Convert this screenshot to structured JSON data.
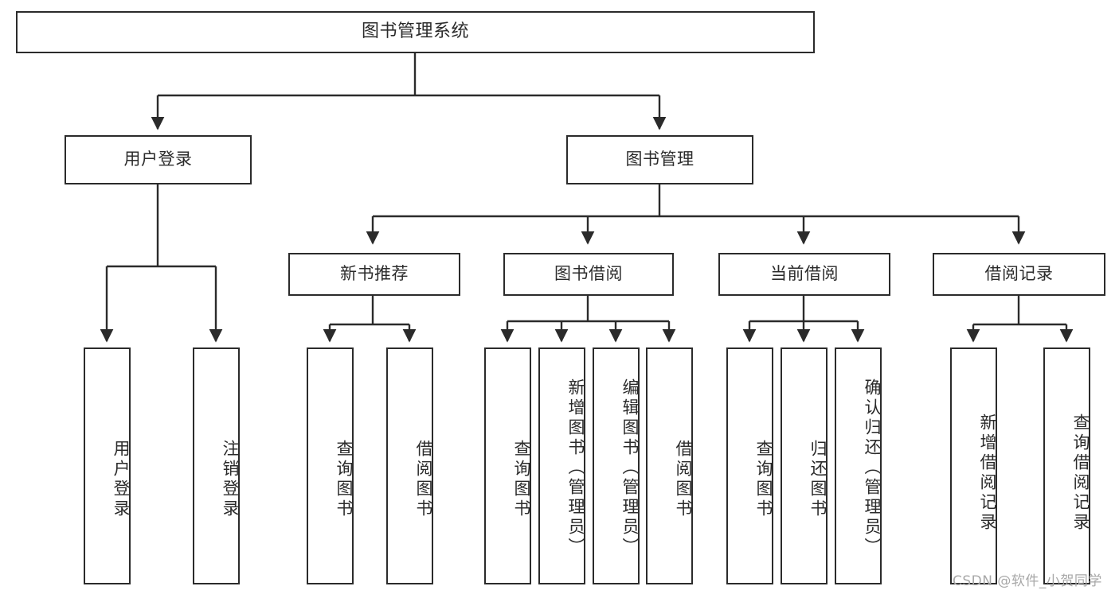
{
  "diagram": {
    "title": "图书管理系统",
    "type": "tree-hierarchy",
    "watermark": "CSDN @软件_小贺同学",
    "colors": {
      "background": "#ffffff",
      "border": "#2b2b2b",
      "text": "#2b2b2b",
      "edge": "#2b2b2b",
      "watermark": "#a8a8a8"
    },
    "nodes": {
      "root": {
        "label": "图书管理系统"
      },
      "level1": [
        {
          "label": "用户登录"
        },
        {
          "label": "图书管理"
        }
      ],
      "level2": [
        {
          "label": "新书推荐"
        },
        {
          "label": "图书借阅"
        },
        {
          "label": "当前借阅"
        },
        {
          "label": "借阅记录"
        }
      ],
      "leaves": {
        "user_login": [
          {
            "label": "用户登录"
          },
          {
            "label": "注销登录"
          }
        ],
        "new_book": [
          {
            "label": "查询图书"
          },
          {
            "label": "借阅图书"
          }
        ],
        "book_borrow": [
          {
            "label": "查询图书"
          },
          {
            "label": "新增图书（管理员）"
          },
          {
            "label": "编辑图书（管理员）"
          },
          {
            "label": "借阅图书"
          }
        ],
        "current_borrow": [
          {
            "label": "查询图书"
          },
          {
            "label": "归还图书"
          },
          {
            "label": "确认归还（管理员）"
          }
        ],
        "borrow_record": [
          {
            "label": "新增借阅记录"
          },
          {
            "label": "查询借阅记录"
          }
        ]
      }
    }
  }
}
